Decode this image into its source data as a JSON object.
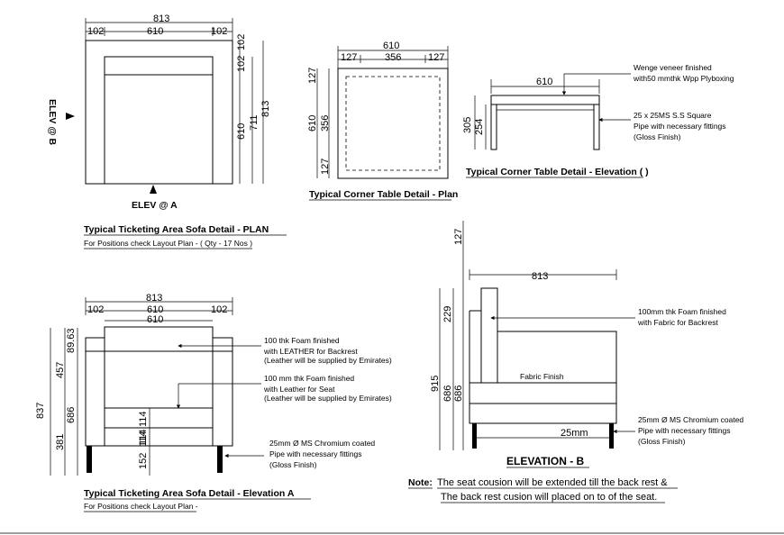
{
  "sofa_plan": {
    "dims_top": [
      "813",
      "102",
      "610",
      "102"
    ],
    "dims_right": [
      "102",
      "102",
      "610",
      "711",
      "813"
    ],
    "elev_a": "ELEV @ A",
    "elev_b": "ELEV @ B",
    "title": "Typical Ticketing Area Sofa Detail - PLAN",
    "subtitle": "For Positions check Layout Plan - ( Qty - 17 Nos )"
  },
  "corner_plan": {
    "dims_top": [
      "610",
      "127",
      "356",
      "127"
    ],
    "dims_left": [
      "127",
      "610",
      "356",
      "127"
    ],
    "title": "Typical Corner Table Detail - Plan"
  },
  "corner_elev": {
    "dim_top": "610",
    "dims_left": [
      "305",
      "254"
    ],
    "note1": [
      "Wenge veneer finished",
      "with50 mmthk Wpp Plyboxing"
    ],
    "note2": [
      "25 x 25MS S.S Square",
      "Pipe with necessary fittings",
      "(Gloss Finish)"
    ],
    "title": "Typical Corner Table Detail - Elevation ( )"
  },
  "elev_a": {
    "dims_top": [
      "813",
      "102",
      "610",
      "102",
      "610"
    ],
    "dims_left": [
      "837",
      "89.63",
      "457",
      "686",
      "381"
    ],
    "dims_inner": [
      "114",
      "114",
      "114",
      "152"
    ],
    "note1": [
      "100 thk Foam finished",
      "with LEATHER for Backrest",
      "(Leather will be supplied by Emirates)"
    ],
    "note2": [
      "100 mm thk Foam finished",
      "with Leather for Seat",
      "(Leather will be supplied by Emirates)"
    ],
    "note3": [
      "25mm Ø MS Chromium coated",
      "Pipe with necessary fittings",
      "(Gloss Finish)"
    ],
    "title": "Typical Ticketing Area Sofa Detail - Elevation A",
    "subtitle": "For Positions check Layout Plan -"
  },
  "elev_b": {
    "dim_top": "813",
    "dims_left": [
      "127",
      "229",
      "915",
      "686",
      "686"
    ],
    "fabric": "Fabric Finish",
    "dim_leg": "25mm",
    "note1": [
      "100mm thk Foam finished",
      "with Fabric for Backrest"
    ],
    "note2": [
      "25mm Ø MS Chromium coated",
      "Pipe with necessary fittings",
      "(Gloss Finish)"
    ],
    "title": "ELEVATION - B",
    "note_label": "Note:",
    "note_line1": "The seat cousion will be extended till the back rest &",
    "note_line2": "The back rest cusion will placed on to of the seat."
  }
}
